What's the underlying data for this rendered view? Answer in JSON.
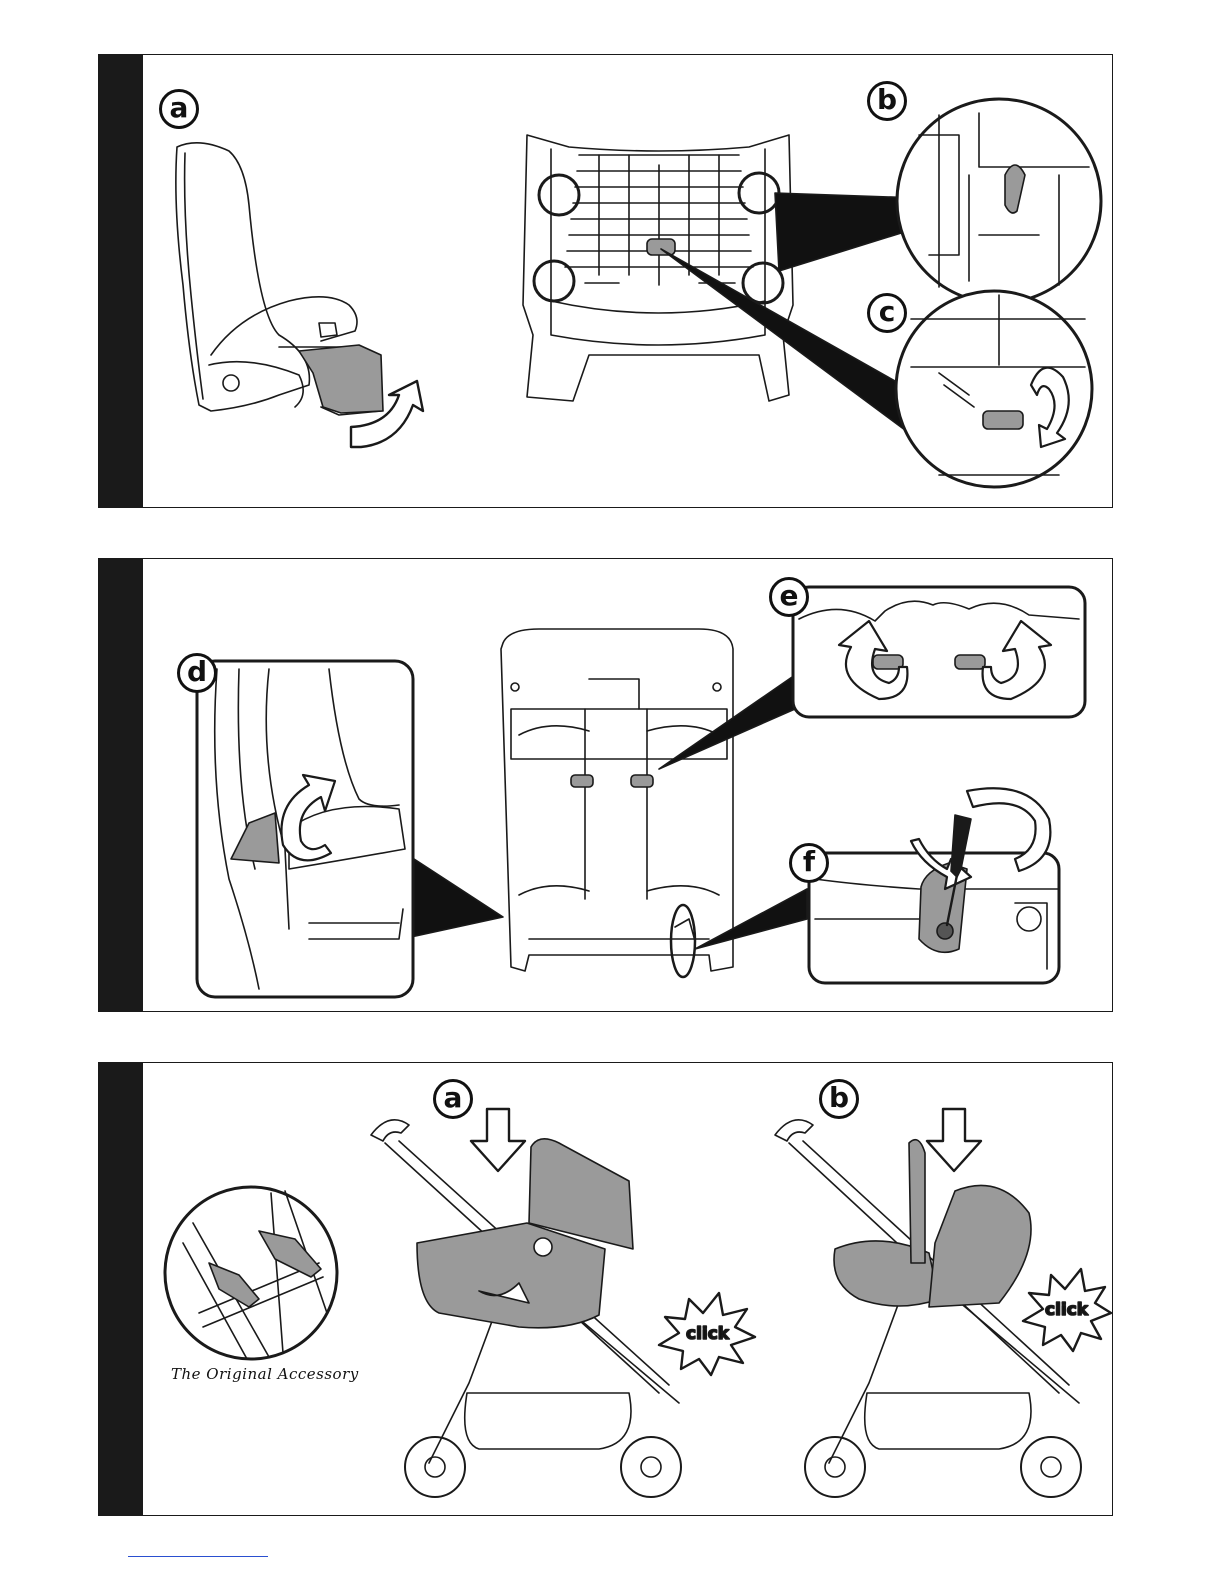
{
  "panel1": {
    "labels": [
      "a",
      "b",
      "c"
    ]
  },
  "panel2": {
    "labels": [
      "d",
      "e",
      "f"
    ]
  },
  "panel3": {
    "labels": [
      "a",
      "b"
    ],
    "click_a": "click",
    "click_b": "click",
    "caption": "The Original Accessory"
  },
  "icons": [
    "curved-arrow-icon",
    "down-arrow-icon",
    "click-burst-icon",
    "screwdriver-icon"
  ],
  "colors": {
    "ink": "#1a1a1a",
    "fill_gray": "#9a9a9a",
    "background": "#ffffff"
  }
}
